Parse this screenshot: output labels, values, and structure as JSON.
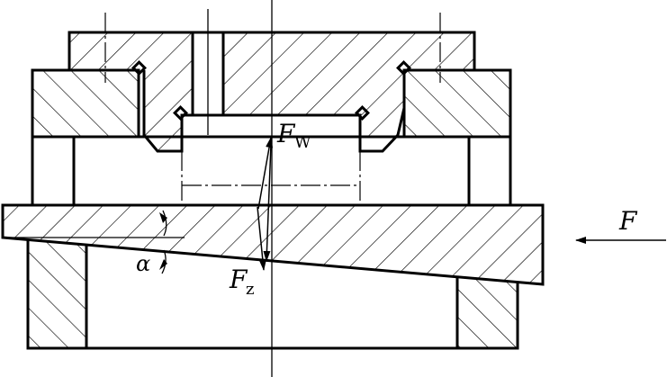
{
  "labels": {
    "fw_main": "F",
    "fw_sub": "W",
    "fz_main": "F",
    "fz_sub": "z",
    "alpha": "α",
    "force": "F"
  },
  "colors": {
    "ink": "#000000",
    "paper": "#ffffff"
  }
}
